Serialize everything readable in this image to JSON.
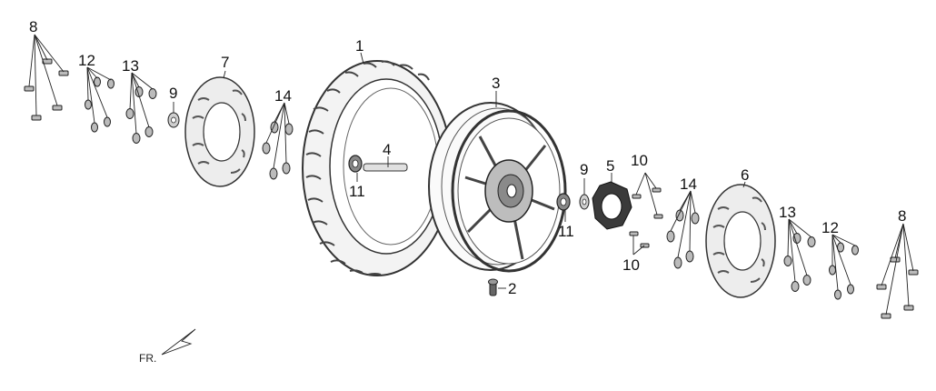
{
  "callouts": {
    "c1": "1",
    "c2": "2",
    "c3": "3",
    "c4": "4",
    "c5": "5",
    "c6": "6",
    "c7": "7",
    "c8a": "8",
    "c8b": "8",
    "c9a": "9",
    "c9b": "9",
    "c10a": "10",
    "c10b": "10",
    "c11a": "11",
    "c11b": "11",
    "c12a": "12",
    "c12b": "12",
    "c13a": "13",
    "c13b": "13",
    "c14a": "14",
    "c14b": "14"
  },
  "orientation": {
    "label": "FR."
  }
}
